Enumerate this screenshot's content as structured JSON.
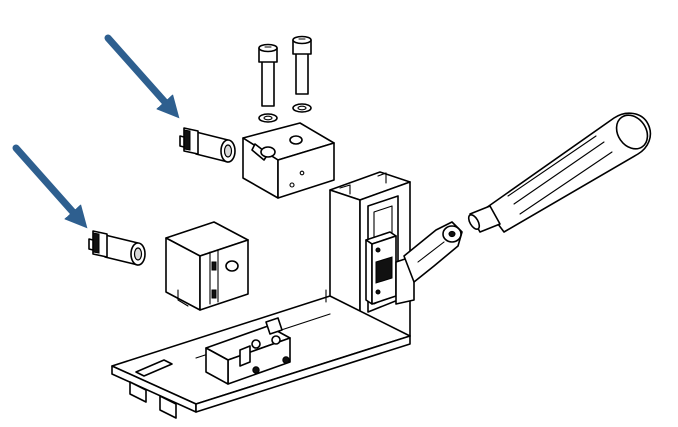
{
  "colors": {
    "arrow": "#2e5f8f",
    "line": "#000000",
    "background": "#ffffff"
  },
  "callouts": [
    {
      "name": "upper-arrow",
      "target": "upper-adapter"
    },
    {
      "name": "lower-arrow",
      "target": "lower-adapter"
    }
  ]
}
